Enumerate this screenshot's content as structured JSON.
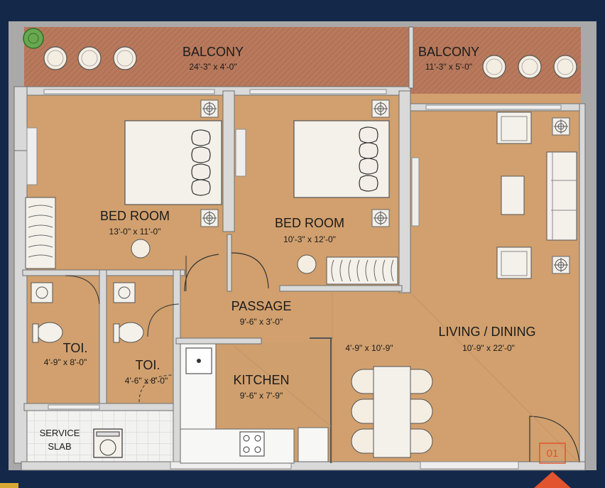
{
  "rooms": {
    "balcony_left": {
      "name": "BALCONY",
      "dim": "24'-3\" x 4'-0\""
    },
    "balcony_right": {
      "name": "BALCONY",
      "dim": "11'-3\" x 5'-0\""
    },
    "bedroom_left": {
      "name": "BED ROOM",
      "dim": "13'-0\" x 11'-0\""
    },
    "bedroom_right": {
      "name": "BED ROOM",
      "dim": "10'-3\" x 12'-0\""
    },
    "passage": {
      "name": "PASSAGE",
      "dim": "9'-6\" x 3'-0\""
    },
    "living": {
      "name": "LIVING / DINING",
      "dim": "10'-9\" x 22'-0\""
    },
    "dining_dim": "4'-9\" x 10'-9\"",
    "kitchen": {
      "name": "KITCHEN",
      "dim": "9'-6\" x 7'-9\""
    },
    "toilet_left": {
      "name": "TOI.",
      "dim": "4'-9\" x 8'-0\""
    },
    "toilet_right": {
      "name": "TOI.",
      "dim": "4'-6\" x 8'-0\""
    },
    "service_slab": {
      "line1": "SERVICE",
      "line2": "SLAB"
    }
  },
  "unit_number": "01",
  "colors": {
    "background": "#14284a",
    "floor": "#d1a06e",
    "balcony": "#b87a5d",
    "wall": "#9c9c9c",
    "accent": "#e2542d"
  }
}
